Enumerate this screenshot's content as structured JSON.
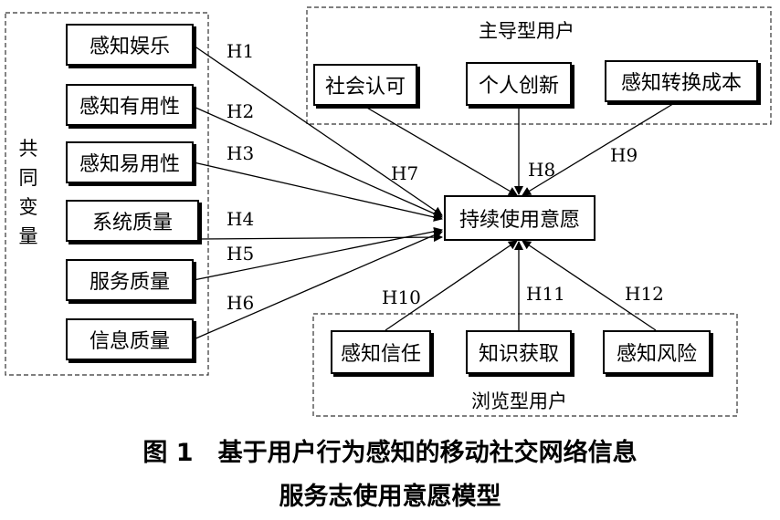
{
  "groups": {
    "common": [
      "共",
      "同",
      "变",
      "量"
    ],
    "lead_user": "主导型用户",
    "browse_user": "浏览型用户"
  },
  "nodes": {
    "entertainment": "感知娱乐",
    "usefulness": "感知有用性",
    "ease": "感知易用性",
    "system_quality": "系统质量",
    "service_quality": "服务质量",
    "info_quality": "信息质量",
    "social": "社会认可",
    "innovation": "个人创新",
    "switch_cost": "感知转换成本",
    "center": "持续使用意愿",
    "trust": "感知信任",
    "knowledge": "知识获取",
    "risk": "感知风险"
  },
  "hypotheses": {
    "h1": "H1",
    "h2": "H2",
    "h3": "H3",
    "h4": "H4",
    "h5": "H5",
    "h6": "H6",
    "h7": "H7",
    "h8": "H8",
    "h9": "H9",
    "h10": "H10",
    "h11": "H11",
    "h12": "H12"
  },
  "caption": {
    "line1": "图 1　基于用户行为感知的移动社交网络信息",
    "line2": "服务志使用意愿模型"
  }
}
